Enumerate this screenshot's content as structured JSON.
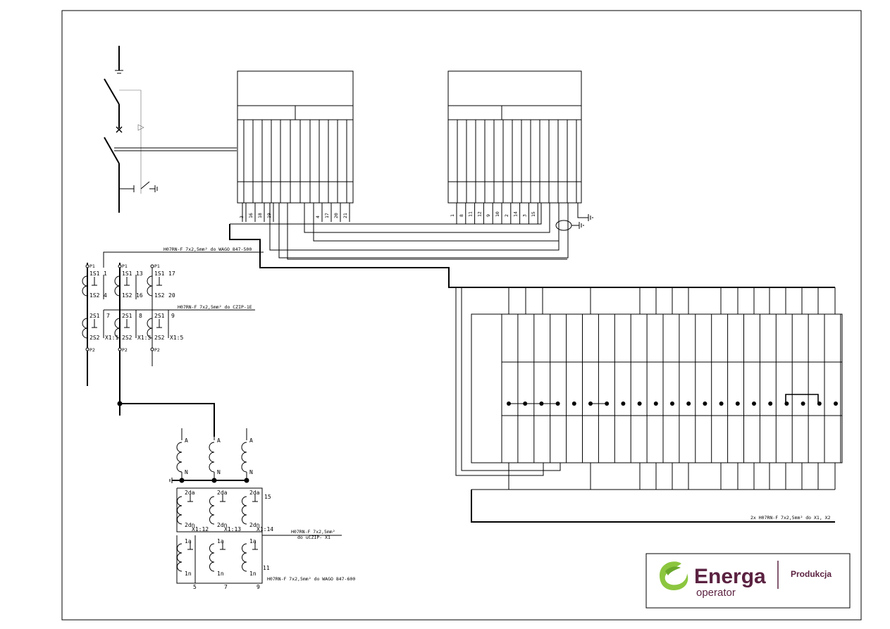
{
  "sheet": {
    "left_strip": {
      "labels": [
        "3",
        "16",
        "18",
        "19"
      ],
      "labels2": [
        "4",
        "17",
        "20",
        "21"
      ]
    },
    "right_strip": {
      "labels": [
        "1",
        "8",
        "11",
        "12",
        "9",
        "10",
        "2",
        "14",
        "3",
        "15"
      ]
    },
    "ct_block": {
      "cable_note_top": "H07RN-F 7x2,5mm² do WAGO 847-500",
      "cable_note_mid": "H07RN-F 7x2,5mm² do CZIP-1E",
      "p1": [
        "P1",
        "P1",
        "P1"
      ],
      "s1_top": [
        "1S1",
        "1S1",
        "1S1"
      ],
      "s2_top": [
        "1S2",
        "1S2",
        "1S2"
      ],
      "nums_top": [
        "1",
        "13",
        "17"
      ],
      "nums_top2": [
        "4",
        "16",
        "20"
      ],
      "s1_bot": [
        "2S1",
        "2S1",
        "2S1"
      ],
      "s2_bot": [
        "2S2",
        "2S2",
        "2S2"
      ],
      "nums_bot": [
        "7",
        "8",
        "9"
      ],
      "x_labels": [
        "X1:1",
        "X1:3",
        "X1:5"
      ],
      "p2": [
        "P2",
        "P2",
        "P2"
      ]
    },
    "vt_block": {
      "phase_top": [
        "A",
        "A",
        "A"
      ],
      "phase_bot": [
        "N",
        "N",
        "N"
      ],
      "da_top": [
        "2da",
        "2da",
        "2da"
      ],
      "da_bot": [
        "2dn",
        "2dn",
        "2dn"
      ],
      "x_labels": [
        "X1:12",
        "X1:13",
        "X1:14"
      ],
      "n15": "15",
      "n11": "11",
      "a_top": [
        "1a",
        "1a",
        "1a"
      ],
      "a_bot": [
        "1n",
        "1n",
        "1n"
      ],
      "bottom_nums": [
        "5",
        "7",
        "9"
      ],
      "cable_note_1": "H07RN-F 7x2,5mm²",
      "cable_note_1b": "do uCZIP- X1",
      "cable_note_2": "H07RN-F 7x2,5mm² do WAGO 847-600"
    },
    "terminal_strip": {
      "cable_note": "2x H07RN-F 7x2,5mm² do X1, X2"
    }
  },
  "logo": {
    "brand": "Energa",
    "sub": "operator",
    "division": "Produkcja",
    "brand_color": "#5b2241",
    "leaf_color": "#8cc63f"
  }
}
